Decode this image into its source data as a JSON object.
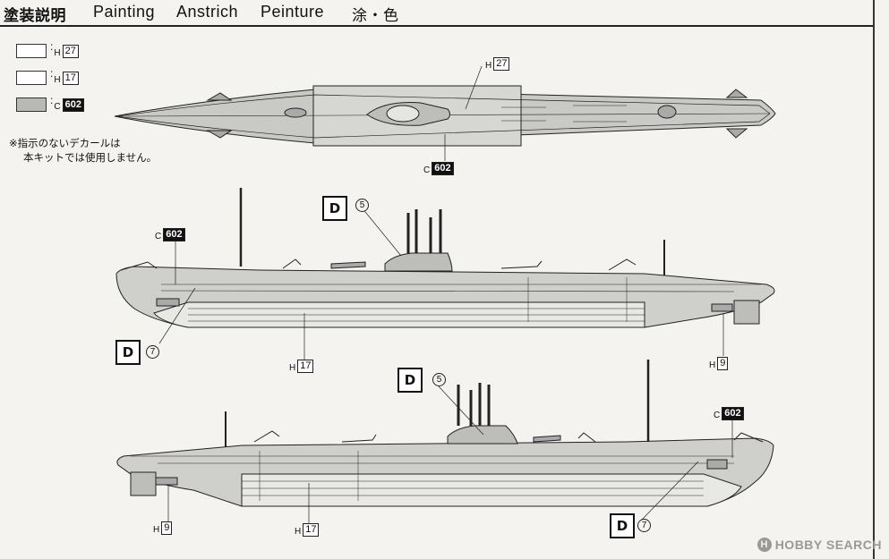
{
  "header": {
    "title_jp": "塗装説明",
    "title_en": "Painting",
    "title_de": "Anstrich",
    "title_fr": "Peinture",
    "title_cn": "涂・色"
  },
  "legend": [
    {
      "colon": ":",
      "letter": "H",
      "number": "27",
      "color": "#ffffff"
    },
    {
      "colon": ":",
      "letter": "H",
      "number": "17",
      "color": "#ffffff"
    },
    {
      "colon": ":",
      "letter": "C",
      "number": "602",
      "color": "#b8b8b5"
    }
  ],
  "note": {
    "line1": "※指示のないデカールは",
    "line2": "本キットでは使用しません。"
  },
  "callouts": {
    "top_h27": {
      "letter": "H",
      "number": "27"
    },
    "top_c602": {
      "letter": "C",
      "number": "602"
    },
    "mid_c602": {
      "letter": "C",
      "number": "602"
    },
    "mid_h17": {
      "letter": "H",
      "number": "17"
    },
    "mid_h9": {
      "letter": "H",
      "number": "9"
    },
    "bot_c602": {
      "letter": "C",
      "number": "602"
    },
    "bot_h17": {
      "letter": "H",
      "number": "17"
    },
    "bot_h9": {
      "letter": "H",
      "number": "9"
    }
  },
  "decals": {
    "badge_letter": "D",
    "mid_5": "5",
    "mid_7": "7",
    "bot_5": "5",
    "bot_7": "7"
  },
  "watermark": {
    "logo": "H",
    "text": "HOBBY SEARCH"
  }
}
